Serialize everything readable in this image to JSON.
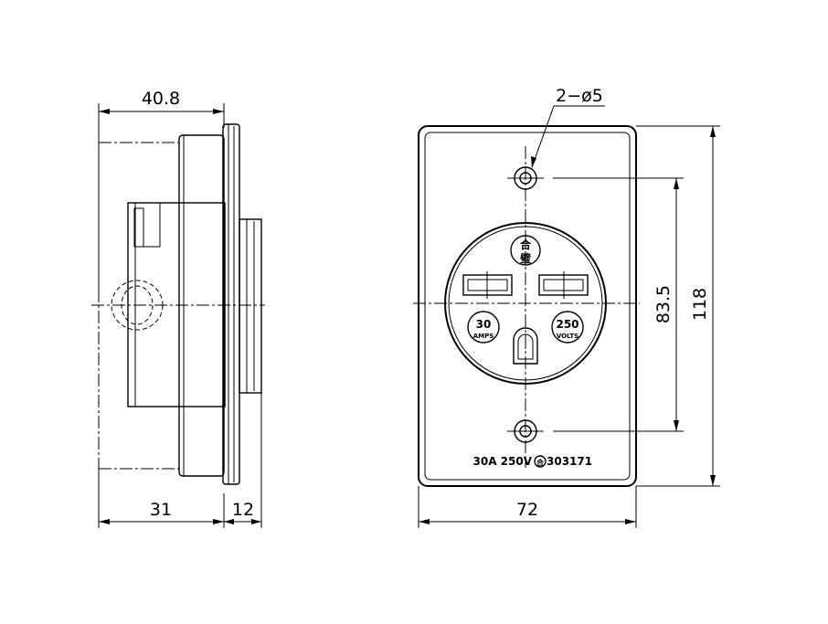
{
  "side_view": {
    "dim_total_depth": "40.8",
    "dim_body_depth": "31",
    "dim_plate_depth": "12"
  },
  "front_view": {
    "dim_hole_label": "2−ø5",
    "dim_hole_spacing": "83.5",
    "dim_height": "118",
    "dim_width": "72",
    "mark_top_line1": "合",
    "mark_top_line2": "璧",
    "rating_amps_value": "30",
    "rating_amps_unit": "AMPS",
    "rating_volts_value": "250",
    "rating_volts_unit": "VOLTS",
    "bottom_marking": "30A  250V",
    "bottom_marking_logo": "合",
    "bottom_marking_code": "303171"
  }
}
